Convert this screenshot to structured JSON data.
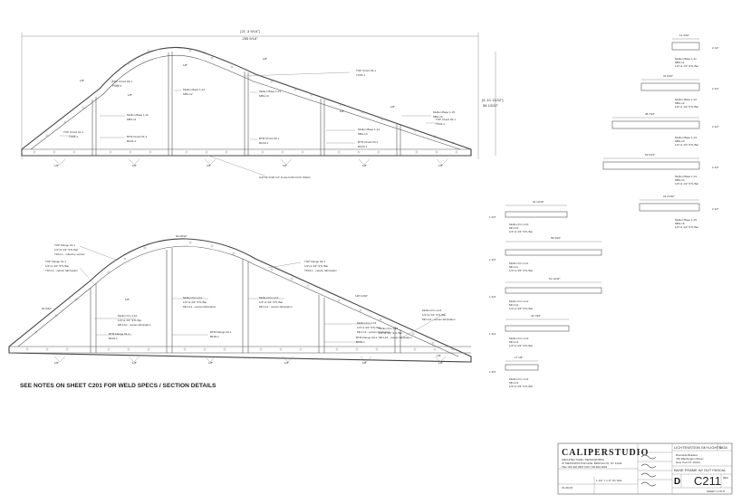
{
  "top_view": {
    "overall_width_dim": "[21'-3 9/16\"]",
    "overall_width_dim_2": "255 9/16\"",
    "height_dim": "[4'-10 13/32\"]",
    "height_dim_2": "58 13/32\"",
    "callouts": [
      "TOP Chord 01-1",
      "TC01-1",
      "TOP Chord 02-1",
      "TC02-1",
      "TOP Chord 03-1",
      "TC03-1",
      "TOP Chord 04-1",
      "TC04-1",
      "Mullion Base 1-11",
      "MB1-11",
      "Mullion Base 1-12",
      "MB1-12",
      "Mullion Base 1-13",
      "MB1-13",
      "Mullion Base 1-14",
      "MB1-14",
      "Mullion Base 1-15",
      "MB1-15",
      "BTM Chord 01-1",
      "BC01-1",
      "BTM Chord 02-1",
      "BC02-1",
      "BTM Chord 03-1",
      "BC03-1"
    ],
    "angle_label": "1/8\"",
    "cutout_note": "CATSK FOR 1/4\" FLAG K/AN COU SOHN"
  },
  "bottom_view": {
    "arc_dim": "60 29/32\"",
    "side_dim": "64 9/32\"",
    "slope_dim": "128 11/32\"",
    "angle_label": "1/8\"",
    "callouts": [
      "TOP Flange 01-1",
      "1/4\"x1 3/4\" STL Bar",
      "TF01-1 - rolled by vendor",
      "TOP Flange 01-1",
      "1/4\"x1 3/4\" STL Bar",
      "TF01-1 - cetusn fabrication",
      "TOP Flange 03-1",
      "1/4\"x1 3/4\" STL Bar",
      "TF03-1 - cetusn fabrication",
      "Mullion Fin 1-10",
      "1/4\"x1 3/4\" STL Bar",
      "MF1-10 - cetusn fabrication",
      "Mullion Fin 1-11",
      "1/4\"x1 3/4\" STL Bar",
      "MF1-11 - cetusn fabrication",
      "Mullion Fin 1-12",
      "1/4\"x1 3/4\" STL Bar",
      "MF1-12 - cetusn fabrication",
      "Mullion Fin 1-13",
      "1/4\"x1 3/4\" STL Bar",
      "MF1-13 - cetusn fabrication",
      "Mullion Fin 1-14",
      "1/4\"x1 3/4\" STL Bar",
      "MF1-14 - cetusn fabrication",
      "Mullion Fin 1-15",
      "1/4\"x1 3/4\" STL Bar",
      "MF1-15 - cetusn fabrication",
      "BTM Flange 01-1",
      "BF01-1",
      "BTM Flange 02-1",
      "BF02-1",
      "BTM Flange 03-1",
      "BF03-1"
    ]
  },
  "parts_right_top": [
    {
      "length": "14 3/16\"",
      "thickness": "2 1/2\"",
      "label": [
        "Mullion Base 1-11",
        "MB1-11",
        "1/4\"x1 1/2\" STL Bar"
      ]
    },
    {
      "length": "31 5/16\"",
      "thickness": "2 1/2\"",
      "label": [
        "Mullion Base 1-12",
        "MB1-12",
        "1/4\"x1 1/2\" STL Bar"
      ]
    },
    {
      "length": "48 7/16\"",
      "thickness": "2 1/2\"",
      "label": [
        "Mullion Base 1-13",
        "MB1-13",
        "1/4\"x1 1/2\" STL Bar"
      ]
    },
    {
      "length": "53 5/16\"",
      "thickness": "2 1/2\"",
      "label": [
        "Mullion Base 1-14",
        "MB1-14",
        "1/4\"x1 1/2\" STL Bar"
      ]
    },
    {
      "length": "31 27/32\"",
      "thickness": "2 1/2\"",
      "label": [
        "Mullion Base 1-15",
        "MB1-15",
        "1/4\"x1 1/2\" STL Bar"
      ]
    }
  ],
  "parts_right_bottom": [
    {
      "length": "34 13/16\"",
      "thickness": "1 3/4\"",
      "label": [
        "Mullion Fin 1-10",
        "MF1-10",
        "1/4\"x1 3/4\" STL Bar"
      ]
    },
    {
      "length": "59 9/16\"",
      "thickness": "1 3/4\"",
      "label": [
        "Mullion Fin 1-11",
        "MF1-11",
        "1/4\"x1 3/4\" STL Bar"
      ]
    },
    {
      "length": "51 11/32\"",
      "thickness": "1 3/4\"",
      "label": [
        "Mullion Fin 1-12",
        "MF1-12",
        "1/4\"x1 3/4\" STL Bar"
      ]
    },
    {
      "length": "34 7/32\"",
      "thickness": "1 3/4\"",
      "label": [
        "Mullion Fin 1-13",
        "MF1-13",
        "1/4\"x1 3/4\" STL Bar"
      ]
    },
    {
      "length": "17 1/8\"",
      "thickness": "1 3/4\"",
      "label": [
        "Mullion Fin 1-14",
        "MF1-14",
        "1/4\"x1 3/4\" STL Bar"
      ]
    }
  ],
  "general_note": "SEE NOTES ON SHEET C201 FOR WELD SPECS / SECTION DETAILS",
  "title_block": {
    "firm_name": "CALIPERSTUDIO",
    "firm_subtitle": "ARCHITECTURE / METALWORKS",
    "firm_address": "67 METROPOLITAN AVE. BROOKLYN, NY 11211",
    "firm_phone": "TEL 718.302.3667   FAX 718.302.3634",
    "project": "LICHTENSTEIN SKYLIGHTS",
    "job_number": "0834",
    "client_lines": [
      "Riverside Builders",
      "745 Washington Street",
      "New York NY 10014"
    ],
    "drawing_title": "BASE FRAME W/ OUT FASCIA",
    "size_letter": "D",
    "sheet_number": "C211",
    "rev_label": "REV",
    "scale": "1 1/2\" = 1'-0\"  D1 Side",
    "date": "01-09-09",
    "sheet_label": "SHEET 4 OF 8"
  }
}
